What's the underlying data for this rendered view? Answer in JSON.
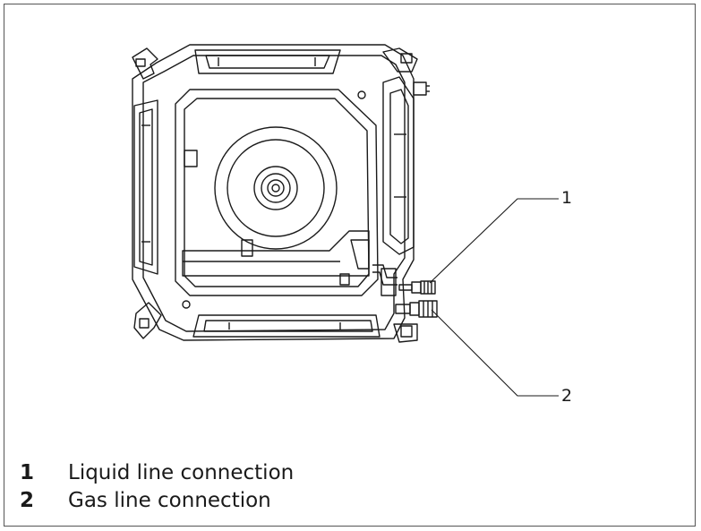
{
  "callouts": [
    {
      "number": "1"
    },
    {
      "number": "2"
    }
  ],
  "legend": [
    {
      "number": "1",
      "text": "Liquid line connection"
    },
    {
      "number": "2",
      "text": "Gas line connection"
    }
  ],
  "colors": {
    "line": "#1a1a1a",
    "border": "#555555"
  }
}
